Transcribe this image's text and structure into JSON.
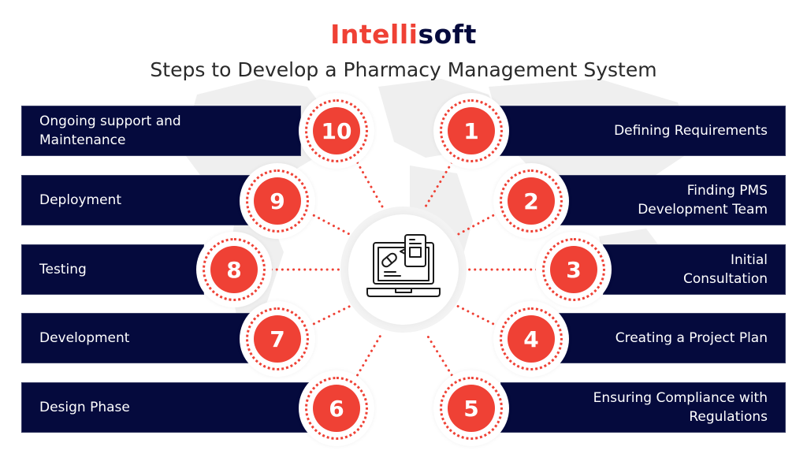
{
  "header": {
    "logo_part1": "Intelli",
    "logo_part2": "soft",
    "title": "Steps to Develop a Pharmacy Management System"
  },
  "colors": {
    "navy": "#050a3d",
    "red": "#ef4135",
    "title_text": "#2a2a2a"
  },
  "center": {
    "icon": "laptop-pharmacy-icon"
  },
  "steps": [
    {
      "number": "1",
      "label": "Defining Requirements"
    },
    {
      "number": "2",
      "label_line1": "Finding PMS",
      "label_line2": "Development Team"
    },
    {
      "number": "3",
      "label_line1": "Initial",
      "label_line2": "Consultation"
    },
    {
      "number": "4",
      "label": "Creating a Project Plan"
    },
    {
      "number": "5",
      "label_line1": "Ensuring Compliance with",
      "label_line2": "Regulations"
    },
    {
      "number": "6",
      "label": "Design Phase"
    },
    {
      "number": "7",
      "label": "Development"
    },
    {
      "number": "8",
      "label": "Testing"
    },
    {
      "number": "9",
      "label": "Deployment"
    },
    {
      "number": "10",
      "label_line1": "Ongoing support  and",
      "label_line2": "Maintenance"
    }
  ]
}
